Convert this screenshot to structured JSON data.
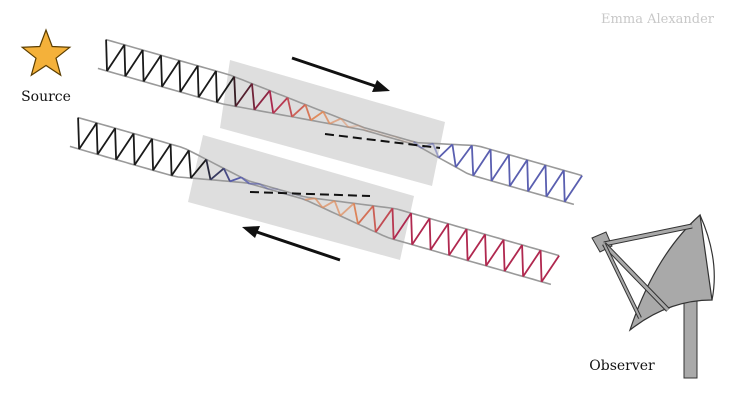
{
  "credit": "Emma Alexander",
  "labels": {
    "source": "Source",
    "observer": "Observer"
  },
  "colors": {
    "star_fill": "#F4B13A",
    "star_stroke": "#5a3d00",
    "wave_dark": "#1a1a1a",
    "wave_red": "#b0284f",
    "wave_orange": "#e08a5a",
    "wave_blue": "#5a5fb0",
    "lens_box": "#d4d4d4",
    "dish": "#a9a9a9",
    "arrow": "#111111",
    "credit_text": "#c8c8c8"
  },
  "icons": [
    "star-icon",
    "radio-dish-icon",
    "arrow-right-icon",
    "arrow-left-icon"
  ]
}
